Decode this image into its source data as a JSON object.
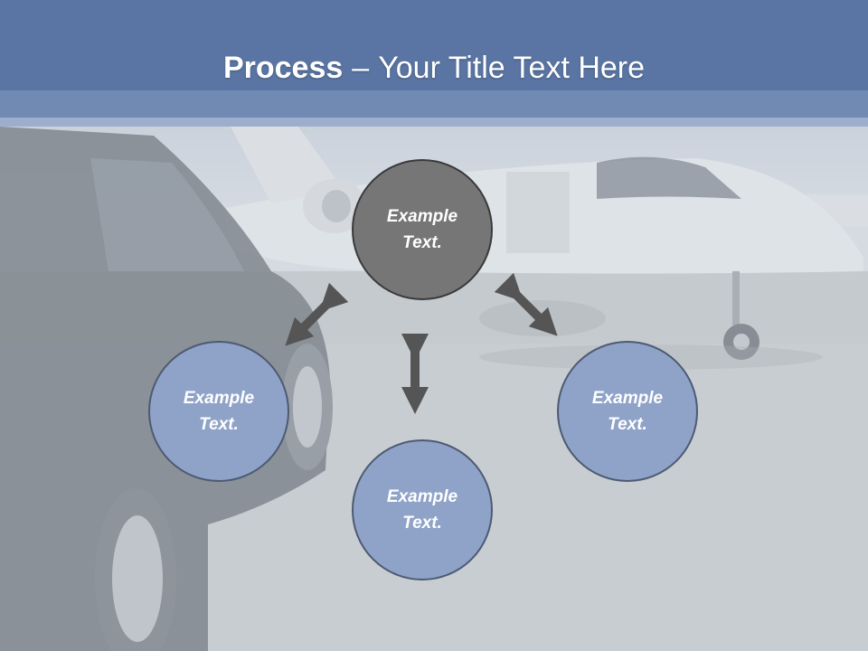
{
  "slide": {
    "title_bold": "Process",
    "title_dash": "–",
    "title_rest": "Your Title Text Here"
  },
  "nodes": {
    "center": {
      "label": "Example\nText.",
      "color": "#767676"
    },
    "left": {
      "label": "Example\nText.",
      "color": "#8fa3c8"
    },
    "bottom": {
      "label": "Example\nText.",
      "color": "#8fa3c8"
    },
    "right": {
      "label": "Example\nText.",
      "color": "#8fa3c8"
    }
  },
  "colors": {
    "title_band": "#6b87b6",
    "arrow": "#555555",
    "text": "#ffffff"
  }
}
